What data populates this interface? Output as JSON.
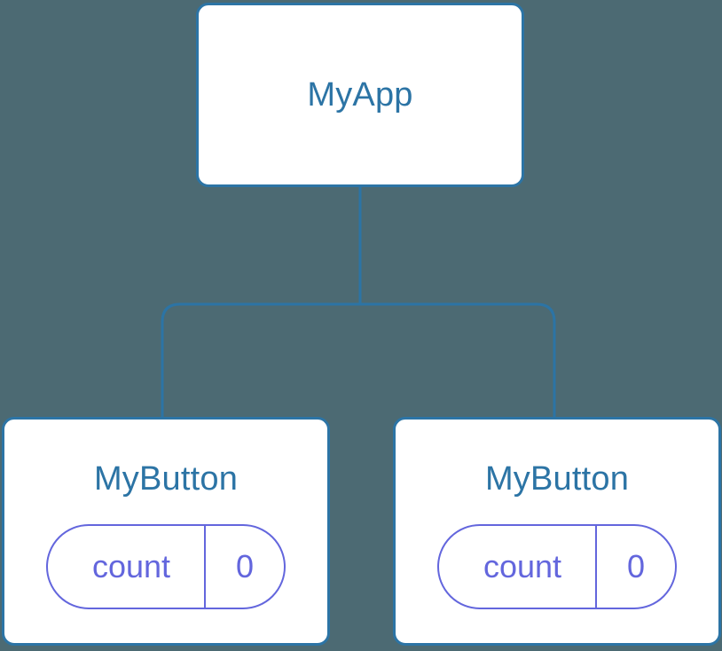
{
  "diagram": {
    "title": "component-tree",
    "background_color": "#4c6a73",
    "node_border_color": "#2c74a5",
    "node_text_color": "#2c74a5",
    "state_accent_color": "#6366dd",
    "edge_color": "#2c74a5",
    "root": {
      "label": "MyApp"
    },
    "children": [
      {
        "label": "MyButton",
        "state": {
          "key": "count",
          "value": "0"
        }
      },
      {
        "label": "MyButton",
        "state": {
          "key": "count",
          "value": "0"
        }
      }
    ]
  }
}
